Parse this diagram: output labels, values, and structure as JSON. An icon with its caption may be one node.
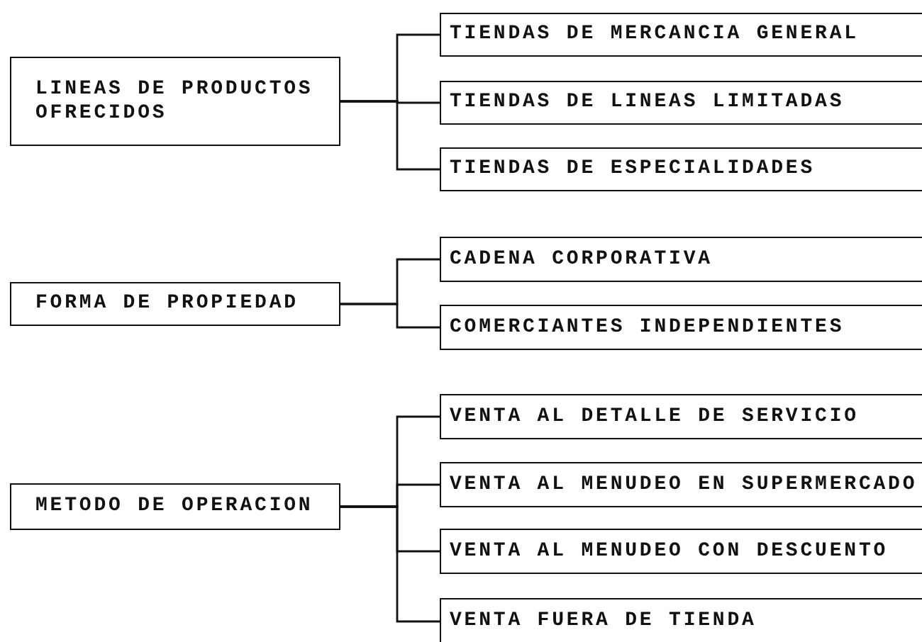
{
  "diagram": {
    "nodes": [
      {
        "text": [
          "LINEAS DE PRODUCTOS OFRECIDOS"
        ]
      },
      {
        "text": [
          "TIENDAS DE MERCANCIA GENERAL"
        ]
      },
      {
        "text": [
          "TIENDAS DE LINEAS LIMITADAS"
        ]
      },
      {
        "text": [
          "TIENDAS DE ESPECIALIDADES"
        ]
      },
      {
        "text": [
          "FORMA DE PROPIEDAD"
        ]
      },
      {
        "text": [
          "CADENA CORPORATIVA"
        ]
      },
      {
        "text": [
          "COMERCIANTES INDEPENDIENTES"
        ]
      },
      {
        "text": [
          "METODO DE OPERACION"
        ]
      },
      {
        "text": [
          "VENTA AL DETALLE DE SERVICIO"
        ]
      },
      {
        "text": [
          "VENTA AL MENUDEO EN SUPERMERCADO"
        ]
      },
      {
        "text": [
          "VENTA AL MENUDEO CON DESCUENTO"
        ]
      },
      {
        "text": [
          "VENTA FUERA DE TIENDA"
        ]
      }
    ],
    "edges": [
      {
        "from": 0,
        "to": 1,
        "arrow": "none"
      },
      {
        "from": 0,
        "to": 2,
        "arrow": "none"
      },
      {
        "from": 0,
        "to": 3,
        "arrow": "none"
      },
      {
        "from": 4,
        "to": 5,
        "arrow": "none"
      },
      {
        "from": 4,
        "to": 6,
        "arrow": "none"
      },
      {
        "from": 7,
        "to": 8,
        "arrow": "none"
      },
      {
        "from": 7,
        "to": 9,
        "arrow": "none"
      },
      {
        "from": 7,
        "to": 10,
        "arrow": "none"
      },
      {
        "from": 7,
        "to": 11,
        "arrow": "none"
      }
    ]
  }
}
